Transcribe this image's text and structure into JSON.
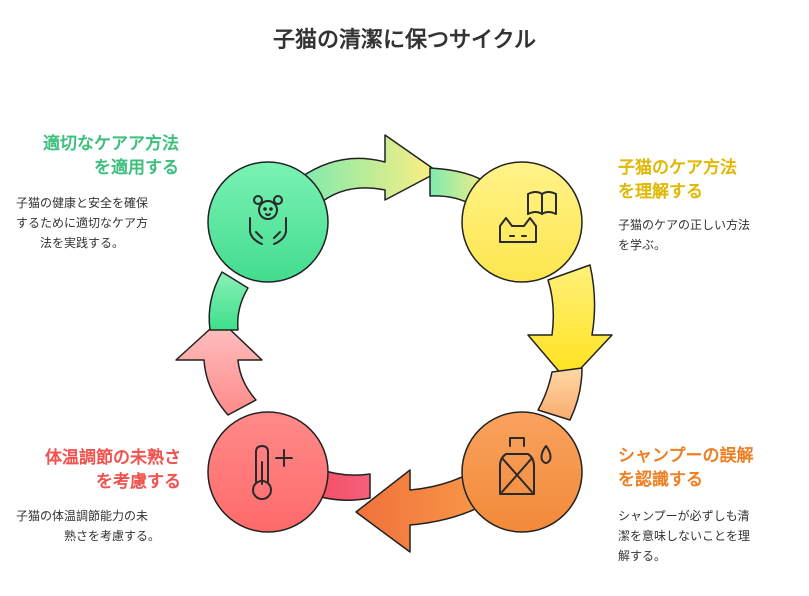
{
  "title": "子猫の清潔に保つサイクル",
  "steps": [
    {
      "label_line1": "適切なケアア方法",
      "label_line2": "を適用する",
      "desc_line1": "子猫の健康と安全を確保",
      "desc_line2": "するために適切なケア方",
      "desc_line3": "法を実践する。",
      "color": "#3dbf7e",
      "icon": "hands-holding-pet-icon"
    },
    {
      "label_line1": "子猫のケア方法",
      "label_line2": "を理解する",
      "desc_line1": "子猫のケアの正しい方法",
      "desc_line2": "を学ぶ。",
      "color": "#e0b800",
      "icon": "cat-with-book-icon"
    },
    {
      "label_line1": "シャンプーの誤解",
      "label_line2": "を認識する",
      "desc_line1": "シャンプーが必ずしも清",
      "desc_line2": "潔を意味しないことを理",
      "desc_line3": "解する。",
      "color": "#ee7f22",
      "icon": "no-shampoo-icon"
    },
    {
      "label_line1": "体温調節の未熟さ",
      "label_line2": "を考慮する",
      "desc_line1": "子猫の体温調節能力の未",
      "desc_line2": "熟さを考慮する。",
      "color": "#f0524f",
      "icon": "thermometer-plus-icon"
    }
  ]
}
